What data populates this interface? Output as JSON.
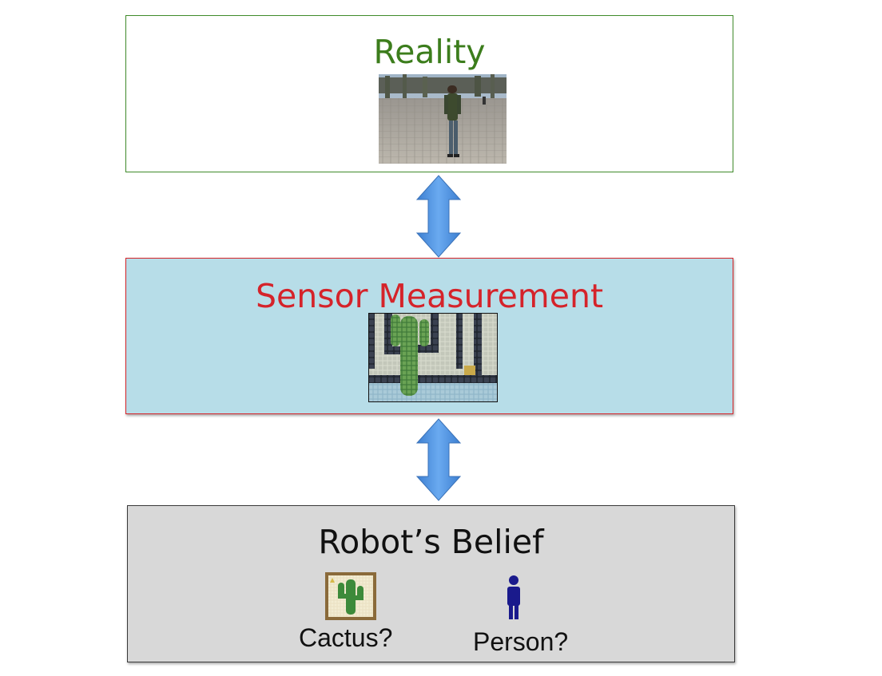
{
  "reality": {
    "title": "Reality"
  },
  "sensor": {
    "title": "Sensor Measurement"
  },
  "belief": {
    "title": "Robot’s Belief",
    "options": [
      {
        "label": "Cactus?",
        "icon": "cactus-tile-icon"
      },
      {
        "label": "Person?",
        "icon": "person-icon"
      }
    ]
  },
  "colors": {
    "reality": "#3c7d1c",
    "sensor": "#d5232a",
    "sensor_fill": "#b7dde8",
    "belief_fill": "#d8d8d8",
    "arrow": "#4a8fdc",
    "person_icon": "#1a1a8c"
  }
}
